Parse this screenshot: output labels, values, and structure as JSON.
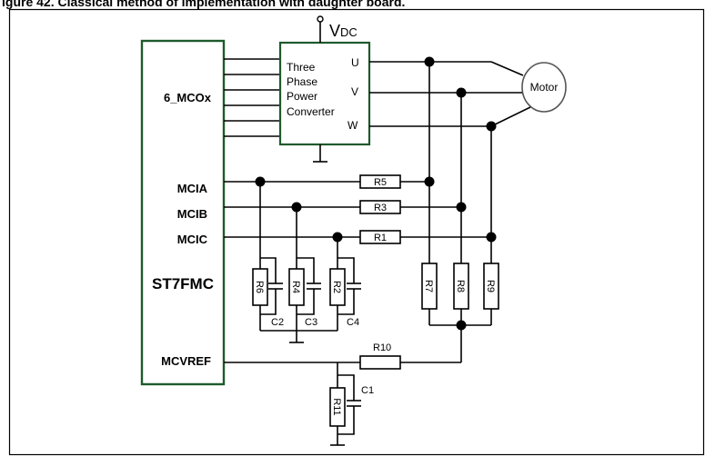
{
  "caption": "igure 42. Classical method of implementation with daughter board.",
  "mcu": {
    "name": "ST7FMC",
    "pins": [
      "6_MCOx",
      "MCIA",
      "MCIB",
      "MCIC",
      "MCVREF"
    ]
  },
  "converter": {
    "lines": [
      "Three",
      "Phase",
      "Power",
      "Converter"
    ],
    "outputs": [
      "U",
      "V",
      "W"
    ]
  },
  "supply": {
    "main": "V",
    "sub": "DC"
  },
  "motor": "Motor",
  "resistors": {
    "series": [
      "R5",
      "R3",
      "R1"
    ],
    "shunt": [
      "R6",
      "R4",
      "R2"
    ],
    "phase": [
      "R7",
      "R8",
      "R9"
    ],
    "ref_series": "R10",
    "ref_shunt": "R11"
  },
  "capacitors": {
    "shunt": [
      "C2",
      "C3",
      "C4"
    ],
    "ref": "C1"
  }
}
